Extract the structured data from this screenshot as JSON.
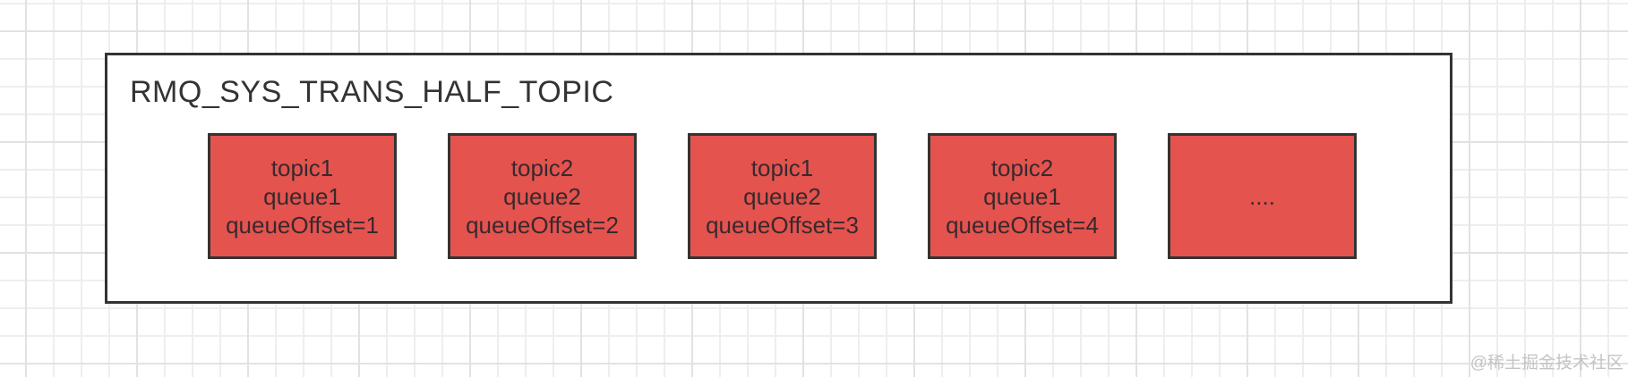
{
  "canvas": {
    "watermark": "@稀土掘金技术社区",
    "colors": {
      "grid_minor": "#eeeeee",
      "grid_major": "#e2e2e2",
      "watermark_text": "#c4c4c4"
    }
  },
  "diagram": {
    "title": "RMQ_SYS_TRANS_HALF_TOPIC",
    "container_style": {
      "fill": "#ffffff",
      "border": "#333333"
    },
    "queue_box_style": {
      "fill": "#e5534f",
      "border": "#333333",
      "text": "#38292c"
    },
    "queue_boxes": [
      {
        "lines": [
          "topic1",
          "queue1",
          "queueOffset=1"
        ]
      },
      {
        "lines": [
          "topic2",
          "queue2",
          "queueOffset=2"
        ]
      },
      {
        "lines": [
          "topic1",
          "queue2",
          "queueOffset=3"
        ]
      },
      {
        "lines": [
          "topic2",
          "queue1",
          "queueOffset=4"
        ]
      },
      {
        "lines": [
          "...."
        ]
      }
    ]
  }
}
